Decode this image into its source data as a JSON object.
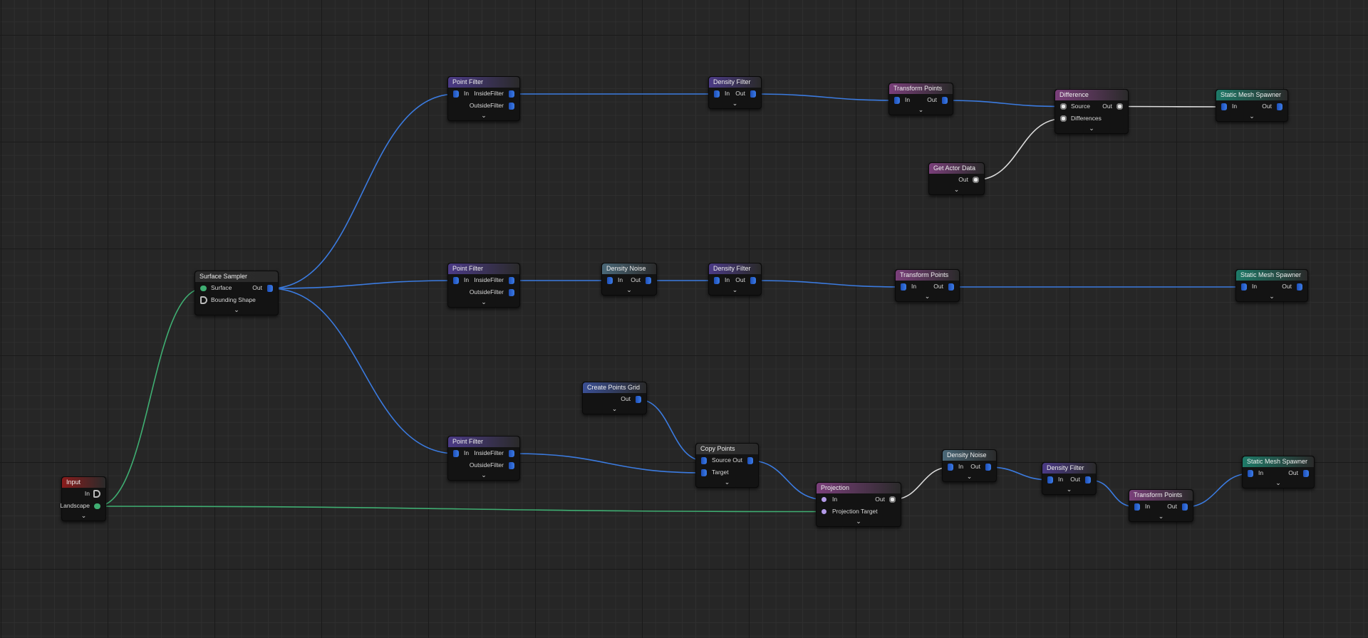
{
  "graph": {
    "nodes": [
      {
        "title": "Input",
        "color": "#8a1c1c",
        "rows": [
          {
            "r": "In"
          },
          {
            "r": "Landscape"
          }
        ]
      },
      {
        "title": "Surface Sampler",
        "color": "#2c2c2c",
        "rows": [
          {
            "l": "Surface",
            "r": "Out"
          },
          {
            "l": "Bounding Shape"
          }
        ]
      },
      {
        "title": "Point Filter",
        "color": "#4b3a86",
        "rows": [
          {
            "l": "In",
            "r": "InsideFilter"
          },
          {
            "r": "OutsideFilter"
          }
        ]
      },
      {
        "title": "Density Filter",
        "color": "#4b3a86",
        "rows": [
          {
            "l": "In",
            "r": "Out"
          }
        ]
      },
      {
        "title": "Transform Points",
        "color": "#7a3f7a",
        "rows": [
          {
            "l": "In",
            "r": "Out"
          }
        ]
      },
      {
        "title": "Difference",
        "color": "#7a3f7a",
        "rows": [
          {
            "l": "Source",
            "r": "Out"
          },
          {
            "l": "Differences"
          }
        ]
      },
      {
        "title": "Static Mesh Spawner",
        "color": "#1e7a68",
        "rows": [
          {
            "l": "In",
            "r": "Out"
          }
        ]
      },
      {
        "title": "Get Actor Data",
        "color": "#7a3f7a",
        "rows": [
          {
            "r": "Out"
          }
        ]
      },
      {
        "title": "Point Filter",
        "color": "#4b3a86",
        "rows": [
          {
            "l": "In",
            "r": "InsideFilter"
          },
          {
            "r": "OutsideFilter"
          }
        ]
      },
      {
        "title": "Density Noise",
        "color": "#4a6878",
        "rows": [
          {
            "l": "In",
            "r": "Out"
          }
        ]
      },
      {
        "title": "Density Filter",
        "color": "#4b3a86",
        "rows": [
          {
            "l": "In",
            "r": "Out"
          }
        ]
      },
      {
        "title": "Transform Points",
        "color": "#7a3f7a",
        "rows": [
          {
            "l": "In",
            "r": "Out"
          }
        ]
      },
      {
        "title": "Static Mesh Spawner",
        "color": "#1e7a68",
        "rows": [
          {
            "l": "In",
            "r": "Out"
          }
        ]
      },
      {
        "title": "Create Points Grid",
        "color": "#3a4f94",
        "rows": [
          {
            "r": "Out"
          }
        ]
      },
      {
        "title": "Point Filter",
        "color": "#4b3a86",
        "rows": [
          {
            "l": "In",
            "r": "InsideFilter"
          },
          {
            "r": "OutsideFilter"
          }
        ]
      },
      {
        "title": "Copy Points",
        "color": "#333333",
        "rows": [
          {
            "l": "Source",
            "r": "Out"
          },
          {
            "l": "Target"
          }
        ]
      },
      {
        "title": "Projection",
        "color": "#7a3f7a",
        "rows": [
          {
            "l": "In",
            "r": "Out"
          },
          {
            "l": "Projection Target"
          }
        ]
      },
      {
        "title": "Density Noise",
        "color": "#4a6878",
        "rows": [
          {
            "l": "In",
            "r": "Out"
          }
        ]
      },
      {
        "title": "Density Filter",
        "color": "#4b3a86",
        "rows": [
          {
            "l": "In",
            "r": "Out"
          }
        ]
      },
      {
        "title": "Transform Points",
        "color": "#7a3f7a",
        "rows": [
          {
            "l": "In",
            "r": "Out"
          }
        ]
      },
      {
        "title": "Static Mesh Spawner",
        "color": "#1e7a68",
        "rows": [
          {
            "l": "In",
            "r": "Out"
          }
        ]
      }
    ],
    "expand_glyph": "⌄",
    "wire_colors": {
      "points": "#3b7be0",
      "landscape": "#3fae72",
      "spatial": "#dddddd"
    }
  }
}
